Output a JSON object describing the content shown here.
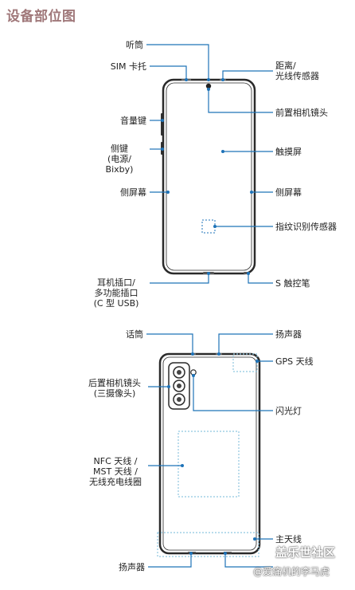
{
  "title": "设备部位图",
  "front_labels": {
    "receiver": "听筒",
    "sim_tray": "SIM 卡托",
    "proximity_sensor_line1": "距离/",
    "proximity_sensor_line2": "光线传感器",
    "volume_key": "音量键",
    "front_camera": "前置相机镜头",
    "side_key_line1": "侧键",
    "side_key_line2": "(电源/",
    "side_key_line3": "Bixby)",
    "touch_screen": "触摸屏",
    "edge_screen_left": "侧屏幕",
    "edge_screen_right": "侧屏幕",
    "fingerprint_sensor": "指纹识别传感器",
    "earphone_jack_line1": "耳机插口/",
    "earphone_jack_line2": "多功能插口",
    "earphone_jack_line3": "(C 型 USB)",
    "s_pen": "S 触控笔"
  },
  "back_labels": {
    "microphone": "话筒",
    "speaker_top": "扬声器",
    "gps_antenna": "GPS 天线",
    "rear_camera_line1": "后置相机镜头",
    "rear_camera_line2": "(三摄像头)",
    "flash": "闪光灯",
    "nfc_line1": "NFC 天线 /",
    "nfc_line2": "MST 天线 /",
    "nfc_line3": "无线充电线圈",
    "main_antenna": "主天线",
    "speaker_bottom": "扬声器"
  },
  "watermark": {
    "site": "盖乐世社区",
    "author": "@爱痛机的李马虎"
  },
  "colors": {
    "title": "#a0787a",
    "leader": "#1e73b8",
    "device_outline": "#2a2a2a",
    "dashed": "#8fc6e0"
  }
}
